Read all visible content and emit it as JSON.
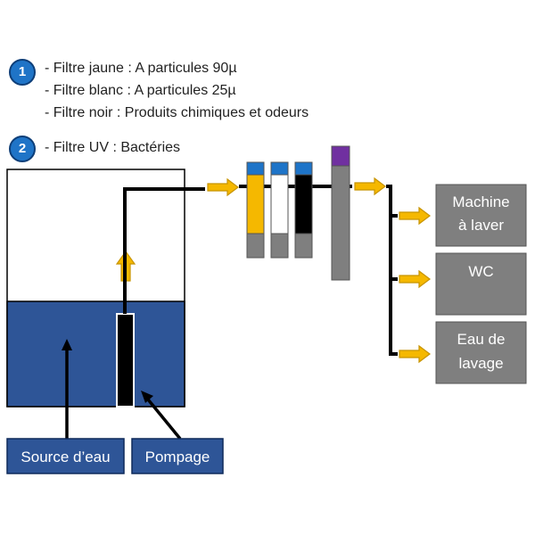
{
  "legend": {
    "group1": {
      "number": "1",
      "lines": [
        "- Filtre jaune : A particules 90µ",
        "- Filtre blanc : A particules 25µ",
        "- Filtre noir : Produits chimiques et odeurs"
      ]
    },
    "group2": {
      "number": "2",
      "lines": [
        "- Filtre UV : Bactéries"
      ]
    }
  },
  "labels": {
    "source": "Source d’eau",
    "pump": "Pompage"
  },
  "destinations": [
    {
      "lines": [
        "Machine",
        "à laver"
      ]
    },
    {
      "lines": [
        "WC"
      ]
    },
    {
      "lines": [
        "Eau de",
        "lavage"
      ]
    }
  ],
  "colors": {
    "badge_fill": "#1f74c7",
    "water": "#2e5597",
    "arrow": "#f5b800",
    "filter_yellow": "#f5b800",
    "filter_white": "#ffffff",
    "filter_black": "#000000",
    "filter_cap": "#1e74c8",
    "uv_cap": "#7030a0",
    "grey": "#7f7f7f",
    "label_box": "#2e5597"
  }
}
